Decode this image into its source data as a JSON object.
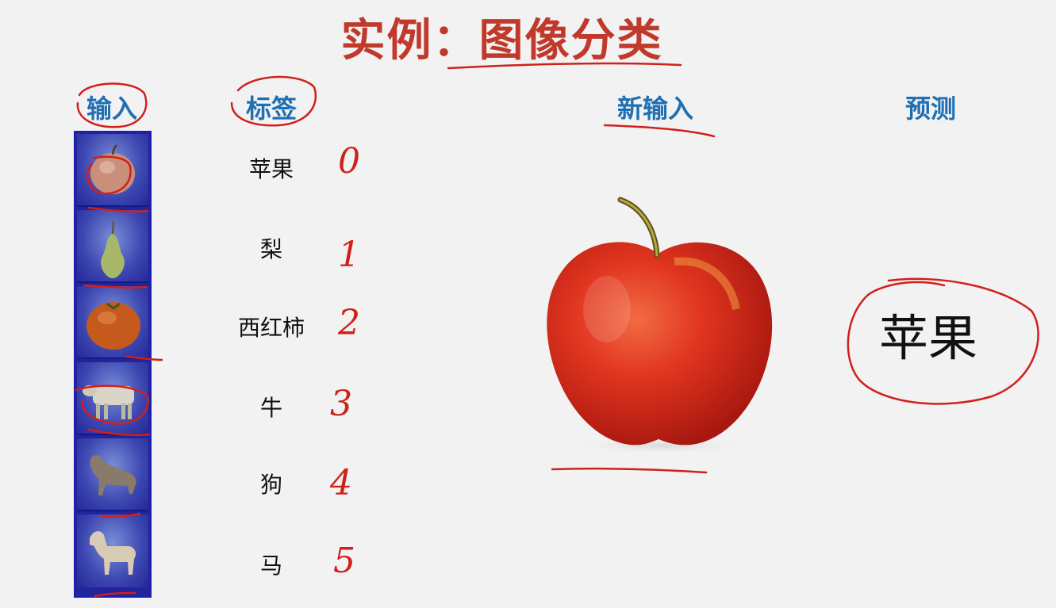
{
  "title": "实例：图像分类",
  "headers": {
    "input": "输入",
    "label": "标签",
    "new_input": "新输入",
    "prediction": "预测"
  },
  "rows": [
    {
      "label": "苹果",
      "number": "0",
      "icon": "apple-icon"
    },
    {
      "label": "梨",
      "number": "1",
      "icon": "pear-icon"
    },
    {
      "label": "西红柿",
      "number": "2",
      "icon": "tomato-icon"
    },
    {
      "label": "牛",
      "number": "3",
      "icon": "cow-icon"
    },
    {
      "label": "狗",
      "number": "4",
      "icon": "dog-icon"
    },
    {
      "label": "马",
      "number": "5",
      "icon": "horse-icon"
    }
  ],
  "new_input_image": "red-apple-image",
  "prediction": "苹果",
  "colors": {
    "title": "#c0392b",
    "header": "#1f6fb2",
    "annotation": "#d0201a",
    "strip_border": "#1a1fb0"
  }
}
